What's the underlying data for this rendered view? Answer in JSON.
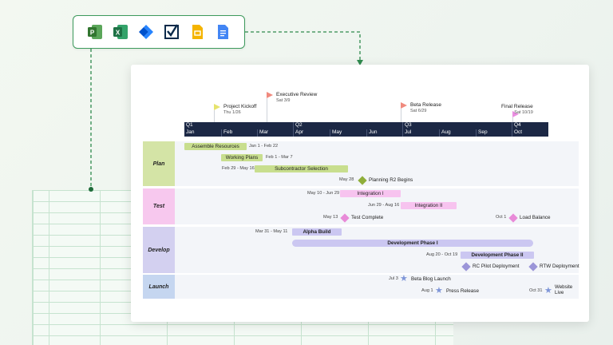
{
  "apps": [
    {
      "name": "project-icon",
      "color": "#31752f",
      "letter": "P"
    },
    {
      "name": "excel-icon",
      "color": "#1e7145",
      "letter": "X"
    },
    {
      "name": "jira-icon",
      "color": "#2684ff",
      "letter": ""
    },
    {
      "name": "smartsheet-icon",
      "color": "#0b2a4a",
      "letter": ""
    },
    {
      "name": "google-slides-icon",
      "color": "#f4b400",
      "letter": ""
    },
    {
      "name": "google-docs-icon",
      "color": "#4285f4",
      "letter": ""
    }
  ],
  "milestones": [
    {
      "title": "Project Kickoff",
      "date": "Thu 1/26",
      "color": "#e6e36d"
    },
    {
      "title": "Executive Review",
      "date": "Sat 3/9",
      "color": "#f08a7e"
    },
    {
      "title": "Beta Release",
      "date": "Sat 6/29",
      "color": "#f08a7e"
    },
    {
      "title": "Final Release",
      "date": "Sat 10/19",
      "color": "#e98ee0"
    }
  ],
  "timeline": {
    "quarters": [
      "Q1",
      "Q2",
      "Q3",
      "Q4"
    ],
    "months": [
      "Jan",
      "Feb",
      "Mar",
      "Apr",
      "May",
      "Jun",
      "Jul",
      "Aug",
      "Sep",
      "Oct"
    ]
  },
  "lanes": {
    "plan": {
      "label": "Plan",
      "color": "#d4e4a6",
      "tasks": [
        {
          "name": "Assemble Resources",
          "date": "Jan 1 - Feb 22",
          "color": "#c8de8e"
        },
        {
          "name": "Working Plans",
          "date": "Feb 1 - Mar 7",
          "color": "#c8de8e"
        },
        {
          "name": "Subcontractor Selection",
          "date": "Feb 29 - May 16",
          "color": "#c8de8e"
        }
      ],
      "milestone": {
        "name": "Planning R2 Begins",
        "date": "May 28",
        "color": "#8fae3a"
      }
    },
    "test": {
      "label": "Test",
      "color": "#f7c8ee",
      "tasks": [
        {
          "name": "Integration I",
          "date": "May 10 - Jun 29",
          "color": "#f7c3ef"
        },
        {
          "name": "Integration II",
          "date": "Jun 29 - Aug 16",
          "color": "#f7c3ef"
        }
      ],
      "milestones": [
        {
          "name": "Test Complete",
          "date": "May 13",
          "color": "#e88ad8"
        },
        {
          "name": "Load Balance",
          "date": "Oct 1",
          "color": "#e88ad8"
        }
      ]
    },
    "develop": {
      "label": "Develop",
      "color": "#d3d0f0",
      "tasks": [
        {
          "name": "Alpha Build",
          "date": "Mar 31 - May 11",
          "color": "#cbc7f1"
        },
        {
          "name": "Development Phase I",
          "date": "",
          "color": "#cbc7f1"
        },
        {
          "name": "Development Phase II",
          "date": "Aug 20 - Oct 19",
          "color": "#cbc7f1"
        }
      ],
      "milestones": [
        {
          "name": "RC Pilot Deployment",
          "color": "#9b95d8"
        },
        {
          "name": "RTW Deployment",
          "color": "#9b95d8"
        }
      ]
    },
    "launch": {
      "label": "Launch",
      "color": "#c5d6f0",
      "items": [
        {
          "name": "Beta Blog Launch",
          "date": "Jul 3"
        },
        {
          "name": "Press Release",
          "date": "Aug 1"
        },
        {
          "name": "Website Live",
          "date": "Oct 31"
        }
      ]
    }
  }
}
